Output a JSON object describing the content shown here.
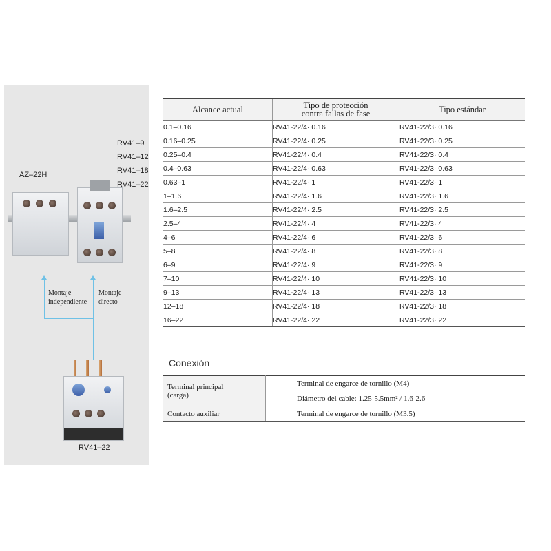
{
  "left": {
    "az_label": "AZ–22H",
    "models": [
      "RV41–9",
      "RV41–12",
      "RV41–18",
      "RV41–22"
    ],
    "mount_independent": [
      "Montaje",
      "independiente"
    ],
    "mount_direct": [
      "Montaje",
      "directo"
    ],
    "bottom_label": "RV41–22"
  },
  "table": {
    "headers": [
      "Alcance actual",
      "Tipo de protección contra fallas de fase",
      "Tipo estándar"
    ],
    "header2_lines": [
      "Tipo de protección",
      "contra fallas de fase"
    ],
    "rows": [
      [
        "0.1–0.16",
        "RV41-22/4· 0.16",
        "RV41-22/3· 0.16"
      ],
      [
        "0.16–0.25",
        "RV41-22/4· 0.25",
        "RV41-22/3· 0.25"
      ],
      [
        "0.25–0.4",
        "RV41-22/4· 0.4",
        "RV41-22/3· 0.4"
      ],
      [
        "0.4–0.63",
        "RV41-22/4· 0.63",
        "RV41-22/3· 0.63"
      ],
      [
        "0.63–1",
        "RV41-22/4· 1",
        "RV41-22/3· 1"
      ],
      [
        "1–1.6",
        "RV41-22/4· 1.6",
        "RV41-22/3· 1.6"
      ],
      [
        "1.6–2.5",
        "RV41-22/4· 2.5",
        "RV41-22/3· 2.5"
      ],
      [
        "2.5–4",
        "RV41-22/4· 4",
        "RV41-22/3· 4"
      ],
      [
        "4–6",
        "RV41-22/4· 6",
        "RV41-22/3· 6"
      ],
      [
        "5–8",
        "RV41-22/4· 8",
        "RV41-22/3· 8"
      ],
      [
        "6–9",
        "RV41-22/4· 9",
        "RV41-22/3· 9"
      ],
      [
        "7–10",
        "RV41-22/4· 10",
        "RV41-22/3· 10"
      ],
      [
        "9–13",
        "RV41-22/4· 13",
        "RV41-22/3· 13"
      ],
      [
        "12–18",
        "RV41-22/4· 18",
        "RV41-22/3· 18"
      ],
      [
        "16–22",
        "RV41-22/4· 22",
        "RV41-22/3· 22"
      ]
    ]
  },
  "connection": {
    "title": "Conexión",
    "main_terminal": [
      "Terminal principal",
      "(carga)"
    ],
    "main_terminal_value1": "Terminal de engarce de tornillo (M4)",
    "main_terminal_value2": "Diámetro del cable: 1.25-5.5mm² / 1.6-2.6",
    "aux_contact": "Contacto auxiliar",
    "aux_contact_value": "Terminal de engarce de tornillo (M3.5)"
  },
  "colors": {
    "panel_bg": "#e7e7e7",
    "arrow": "#6fc1e6",
    "header_bg": "#f2f2f2"
  }
}
